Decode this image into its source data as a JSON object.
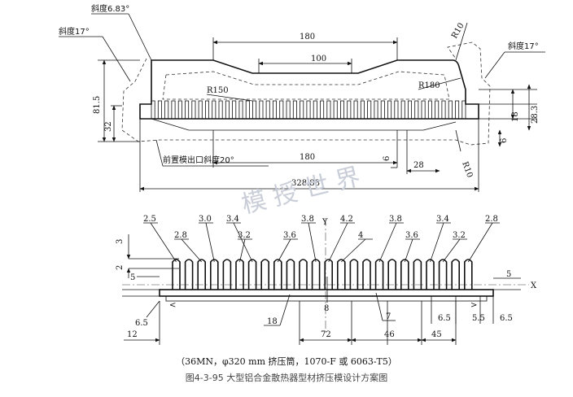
{
  "upper_view": {
    "labels": {
      "slope_a": "斜度6.83°",
      "slope_b": "斜度17°",
      "slope_c": "斜度17°",
      "front_die_exit": "前置模出口斜度20°"
    },
    "dimensions": {
      "top_width": "180",
      "mid_width": "100",
      "bottom_width": "180",
      "overall_width": "328.88",
      "r10_top": "R10",
      "r10_bottom": "R10",
      "r150": "R150",
      "r180": "R180",
      "left_height": "81.5",
      "left_base": "32",
      "right_18": "18",
      "right_28_3": "28.3",
      "right_6": "6",
      "gap_6": "6",
      "tail_28": "28"
    }
  },
  "lower_view": {
    "fin_thickness_labels": [
      "2.5",
      "3.0",
      "2.8",
      "3.4",
      "3.2",
      "3.6",
      "3.8",
      "4.2",
      "4",
      "3.8",
      "3.6",
      "3.4",
      "3.2",
      "2.8"
    ],
    "axis_labels": {
      "y": "Y",
      "x": "X"
    },
    "dimensions": {
      "d3": "3",
      "d2": "2",
      "d5_left": "5",
      "d5_right": "5",
      "d6_5_left": "6.5",
      "d6_5_mid": "6.5",
      "d6_5_right": "6.5",
      "d5_5": "5.5",
      "d12": "12",
      "d18": "18",
      "d8": "8",
      "d7": "7",
      "d72": "72",
      "d46": "46",
      "d45": "45"
    }
  },
  "note": "（36MN，φ320 mm 挤压筒，1070-F 或 6063-T5）",
  "caption": "图4-3-95 大型铝合金散热器型材挤压模设计方案图",
  "watermark": "模 授 世 界"
}
